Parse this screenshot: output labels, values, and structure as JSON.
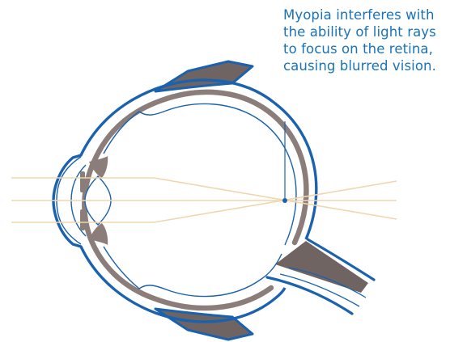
{
  "caption": {
    "lines": [
      "Myopia interferes with",
      "the ability of light rays",
      "to focus on the retina,",
      "causing blurred vision."
    ]
  },
  "colors": {
    "outline": "#1a62ad",
    "sclera": "#8b7d7a",
    "muscle": "#6f6462",
    "light_ray": "#f0d6ae",
    "caption_text": "#1a73b8",
    "background": "#ffffff"
  },
  "icons": [
    "eye-cross-section-diagram",
    "focal-point-dot"
  ]
}
